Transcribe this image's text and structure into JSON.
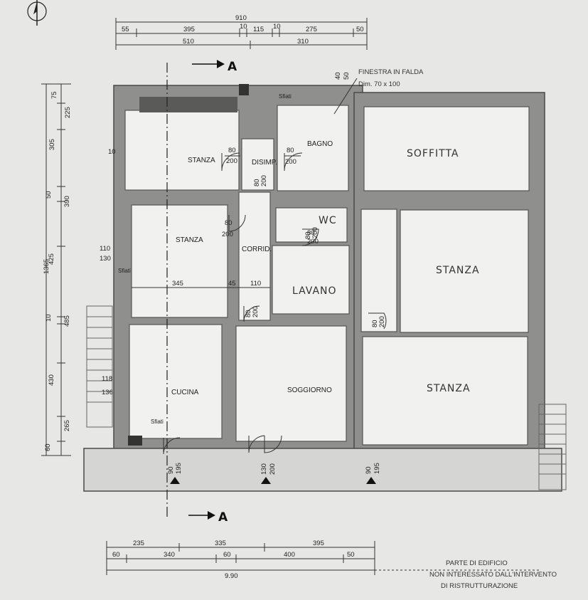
{
  "rooms": {
    "stanza_top": "STANZA",
    "disimp": "DISIMP.",
    "bagno": "BAGNO",
    "soffitta": "SOFFITTA",
    "stanza_mid": "STANZA",
    "wc": "WC",
    "corrid": "CORRID.",
    "lavano": "LAVANO",
    "stanza_right": "STANZA",
    "stanza_right_low": "STANZA",
    "cucina": "CUCINA",
    "soggiorno": "SOGGIORNO",
    "sfiati_top": "Sfiati",
    "sfiati_left": "Sfiati",
    "sfiati_cucina": "Sfiati"
  },
  "notes": {
    "finestra": "FINESTRA IN FALDA",
    "finestra_dim": "Dim. 70 x 100",
    "parte_1": "PARTE DI EDIFICIO",
    "parte_2": "NON INTERESSATO DALL'INTERVENTO",
    "parte_3": "DI RISTRUTTURAZIONE"
  },
  "section": {
    "label_top": "A",
    "label_bottom": "A"
  },
  "dims_top": {
    "total": "910",
    "a": "55",
    "b": "395",
    "c": "10",
    "d": "115",
    "e": "10",
    "f": "275",
    "g": "50",
    "h": "510",
    "i": "310"
  },
  "dims_left": {
    "total": "1365",
    "a": "75",
    "b": "225",
    "c": "305",
    "d": "50",
    "e": "390",
    "f": "425",
    "g": "10",
    "h": "485",
    "i": "430",
    "j": "265",
    "k": "60"
  },
  "dims_bottom": {
    "a": "235",
    "b": "335",
    "c": "395",
    "d": "60",
    "e": "340",
    "f": "60",
    "g": "400",
    "h": "50",
    "total": "9.90"
  },
  "dims_inner": {
    "w110": "110",
    "w130": "130",
    "w345": "345",
    "w45": "45",
    "w110b": "110",
    "w118": "118",
    "w136": "136",
    "w40": "40",
    "w50": "50",
    "w60": "60",
    "w10": "10"
  },
  "doors": {
    "d1_w": "80",
    "d1_h": "200",
    "d2_w": "80",
    "d2_h": "200",
    "d3_w": "80",
    "d3_h": "200",
    "d4_w": "80",
    "d4_h": "200",
    "d5_w": "80",
    "d5_h": "200",
    "d6_w": "80",
    "d6_h": "200",
    "d7_w": "80",
    "d7_h": "200",
    "d8_w": "80",
    "d8_h": "200",
    "e1_w": "90",
    "e1_h": "195",
    "e2_w": "130",
    "e2_h": "200",
    "e3_w": "90",
    "e3_h": "195"
  }
}
